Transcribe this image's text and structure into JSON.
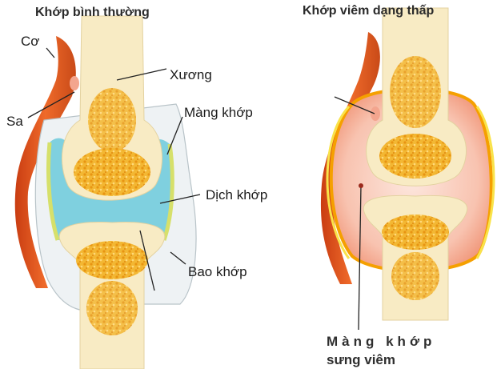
{
  "titles": {
    "normal": "Khớp bình thường",
    "inflamed": "Khớp viêm dạng thấp"
  },
  "labels": {
    "muscle": "Cơ",
    "cartilage": "Sa",
    "bone": "Xương",
    "membrane": "Màng khớp",
    "fluid": "Dịch khớp",
    "capsule": "Bao khớp",
    "inflamed_line1": "Màng khớp",
    "inflamed_line2": "sưng viêm"
  },
  "colors": {
    "muscle": "#d9541c",
    "bone": "#f7e7b4",
    "marrow": "#f0a91a",
    "fluid": "#7fd0df",
    "membrane": "#d6e06a",
    "inflamed": "#f3a58e"
  }
}
